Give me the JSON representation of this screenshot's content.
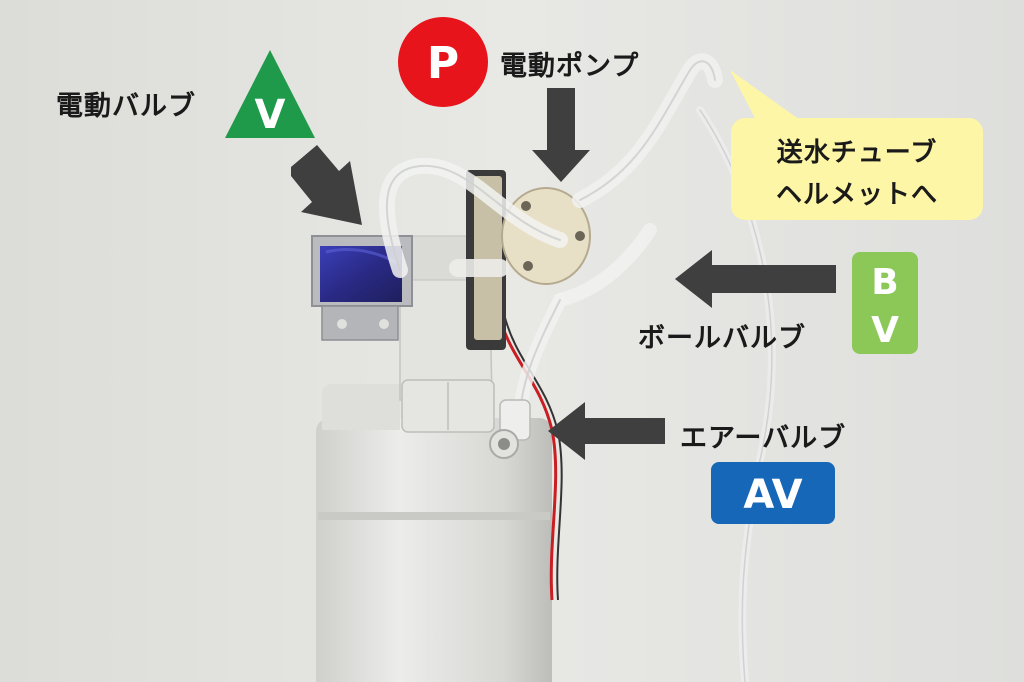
{
  "labels": {
    "electric_valve": "電動バルブ",
    "electric_pump": "電動ポンプ",
    "ball_valve": "ボールバルブ",
    "air_valve": "エアーバルブ"
  },
  "badges": {
    "valve": "V",
    "pump": "P",
    "ball_valve_line1": "B",
    "ball_valve_line2": "V",
    "air_valve": "AV"
  },
  "callout": {
    "line1": "送水チューブ",
    "line2": "ヘルメットへ"
  },
  "colors": {
    "valve_badge": "#1f9a4a",
    "pump_badge": "#e8141c",
    "ball_valve_badge": "#8cc857",
    "air_valve_badge": "#1767b8",
    "arrow": "#3f3f3f",
    "callout_fill": "#fdf6a6"
  },
  "icons": {
    "valve_badge_shape": "triangle",
    "pump_badge_shape": "circle",
    "ball_valve_badge_shape": "rounded-square",
    "air_valve_badge_shape": "rounded-rectangle"
  }
}
